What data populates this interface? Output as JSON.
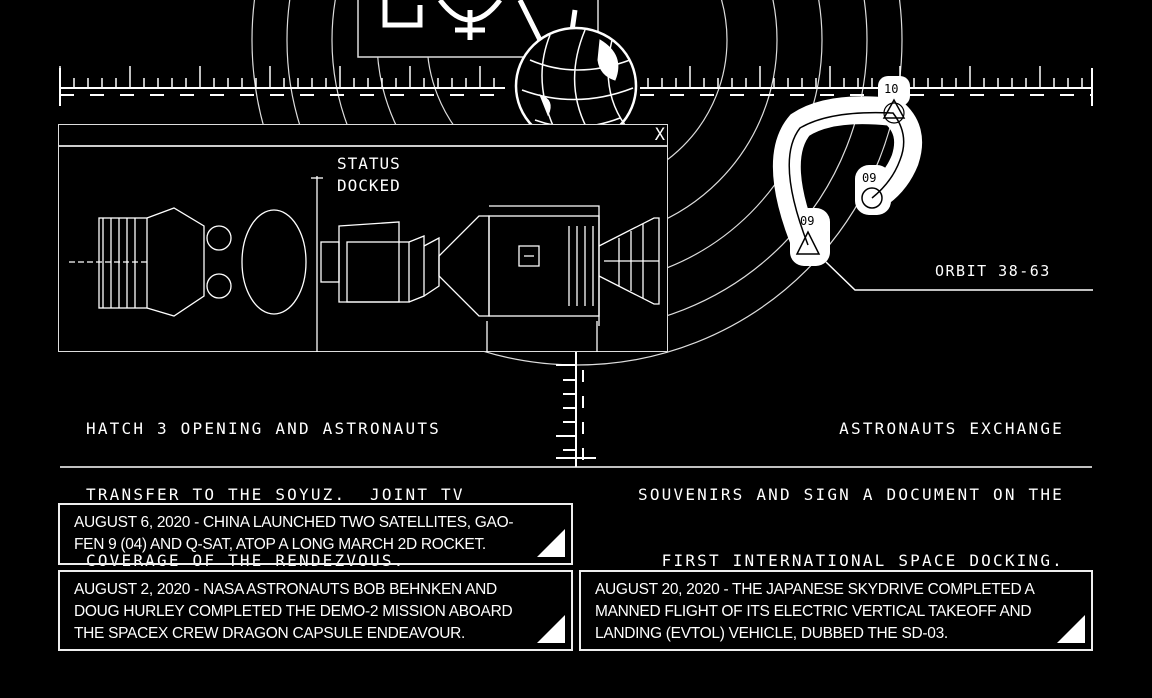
{
  "popup": {
    "close_label": "X"
  },
  "status": {
    "label": "STATUS",
    "value": "DOCKED"
  },
  "orbit": {
    "label": "ORBIT 38-63",
    "markers": [
      "10",
      "09",
      "09"
    ]
  },
  "captions": {
    "left": [
      "HATCH 3 OPENING AND ASTRONAUTS",
      "TRANSFER TO THE SOYUZ.  JOINT TV",
      "COVERAGE OF THE RENDEZVOUS."
    ],
    "right": [
      "ASTRONAUTS EXCHANGE",
      "SOUVENIRS AND SIGN A DOCUMENT ON THE",
      "FIRST INTERNATIONAL SPACE DOCKING."
    ]
  },
  "news": [
    {
      "lines": [
        "AUGUST 6, 2020 - CHINA LAUNCHED TWO SATELLITES, GAO-",
        "FEN 9 (04) AND Q-SAT, ATOP A LONG MARCH 2D ROCKET."
      ]
    },
    {
      "lines": [
        "AUGUST 2, 2020 - NASA ASTRONAUTS BOB BEHNKEN AND",
        "DOUG HURLEY COMPLETED THE DEMO-2 MISSION ABOARD",
        "THE SPACEX CREW DRAGON CAPSULE ENDEAVOUR."
      ]
    },
    {
      "lines": [
        "AUGUST 20, 2020 - THE JAPANESE SKYDRIVE COMPLETED A",
        "MANNED FLIGHT OF ITS ELECTRIC VERTICAL TAKEOFF AND",
        "LANDING (EVTOL) VEHICLE, DUBBED THE SD-03."
      ]
    }
  ]
}
